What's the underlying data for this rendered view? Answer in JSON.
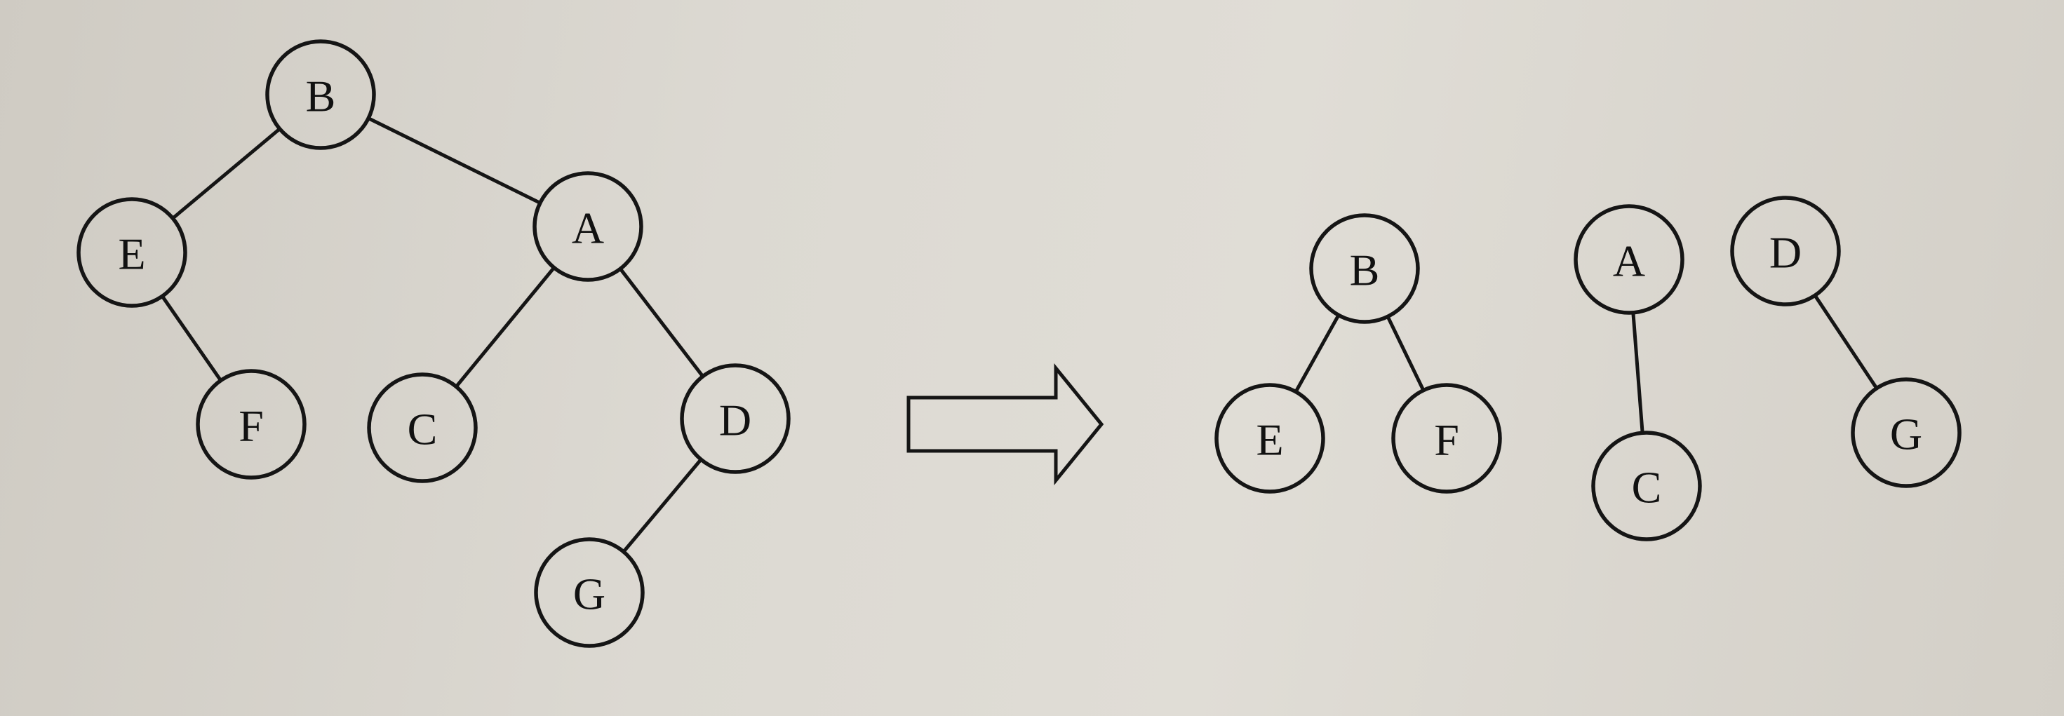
{
  "before_tree": {
    "nodes": [
      {
        "id": "B",
        "label": "B"
      },
      {
        "id": "E",
        "label": "E"
      },
      {
        "id": "A",
        "label": "A"
      },
      {
        "id": "F",
        "label": "F"
      },
      {
        "id": "C",
        "label": "C"
      },
      {
        "id": "D",
        "label": "D"
      },
      {
        "id": "G",
        "label": "G"
      }
    ],
    "edges": [
      [
        "B",
        "E"
      ],
      [
        "B",
        "A"
      ],
      [
        "E",
        "F"
      ],
      [
        "A",
        "C"
      ],
      [
        "A",
        "D"
      ],
      [
        "D",
        "G"
      ]
    ]
  },
  "transform_arrow": {
    "icon": "right-arrow-icon"
  },
  "after_forest": {
    "trees": [
      {
        "nodes": [
          {
            "id": "B",
            "label": "B"
          },
          {
            "id": "E",
            "label": "E"
          },
          {
            "id": "F",
            "label": "F"
          }
        ],
        "edges": [
          [
            "B",
            "E"
          ],
          [
            "B",
            "F"
          ]
        ]
      },
      {
        "nodes": [
          {
            "id": "A",
            "label": "A"
          },
          {
            "id": "C",
            "label": "C"
          }
        ],
        "edges": [
          [
            "A",
            "C"
          ]
        ]
      },
      {
        "nodes": [
          {
            "id": "D",
            "label": "D"
          },
          {
            "id": "G",
            "label": "G"
          }
        ],
        "edges": [
          [
            "D",
            "G"
          ]
        ]
      }
    ]
  }
}
